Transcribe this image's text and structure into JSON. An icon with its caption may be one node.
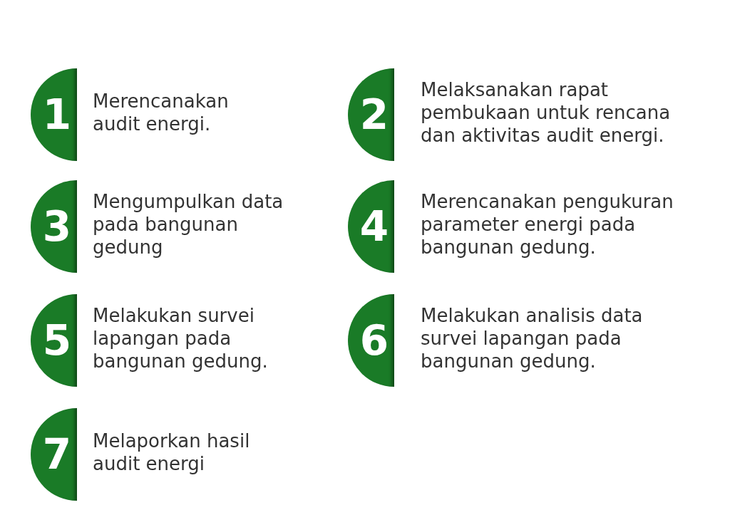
{
  "diagram": {
    "nodes": [
      {
        "text": [
          "1"
        ],
        "beside": [
          "Merencanakan audit energi."
        ]
      },
      {
        "text": [
          "2"
        ],
        "beside": [
          "Melaksanakan rapat pembukaan untuk rencana dan aktivitas audit energi."
        ]
      },
      {
        "text": [
          "3"
        ],
        "beside": [
          "Mengumpulkan data pada bangunan gedung"
        ]
      },
      {
        "text": [
          "4"
        ],
        "beside": [
          "Merencanakan pengukuran parameter energi pada bangunan gedung."
        ]
      },
      {
        "text": [
          "5"
        ],
        "beside": [
          "Melakukan survei lapangan pada bangunan gedung."
        ]
      },
      {
        "text": [
          "6"
        ],
        "beside": [
          "Melakukan analisis data survei lapangan pada bangunan gedung."
        ]
      },
      {
        "text": [
          "7"
        ],
        "beside": [
          "Melaporkan hasil audit energi"
        ]
      }
    ]
  }
}
